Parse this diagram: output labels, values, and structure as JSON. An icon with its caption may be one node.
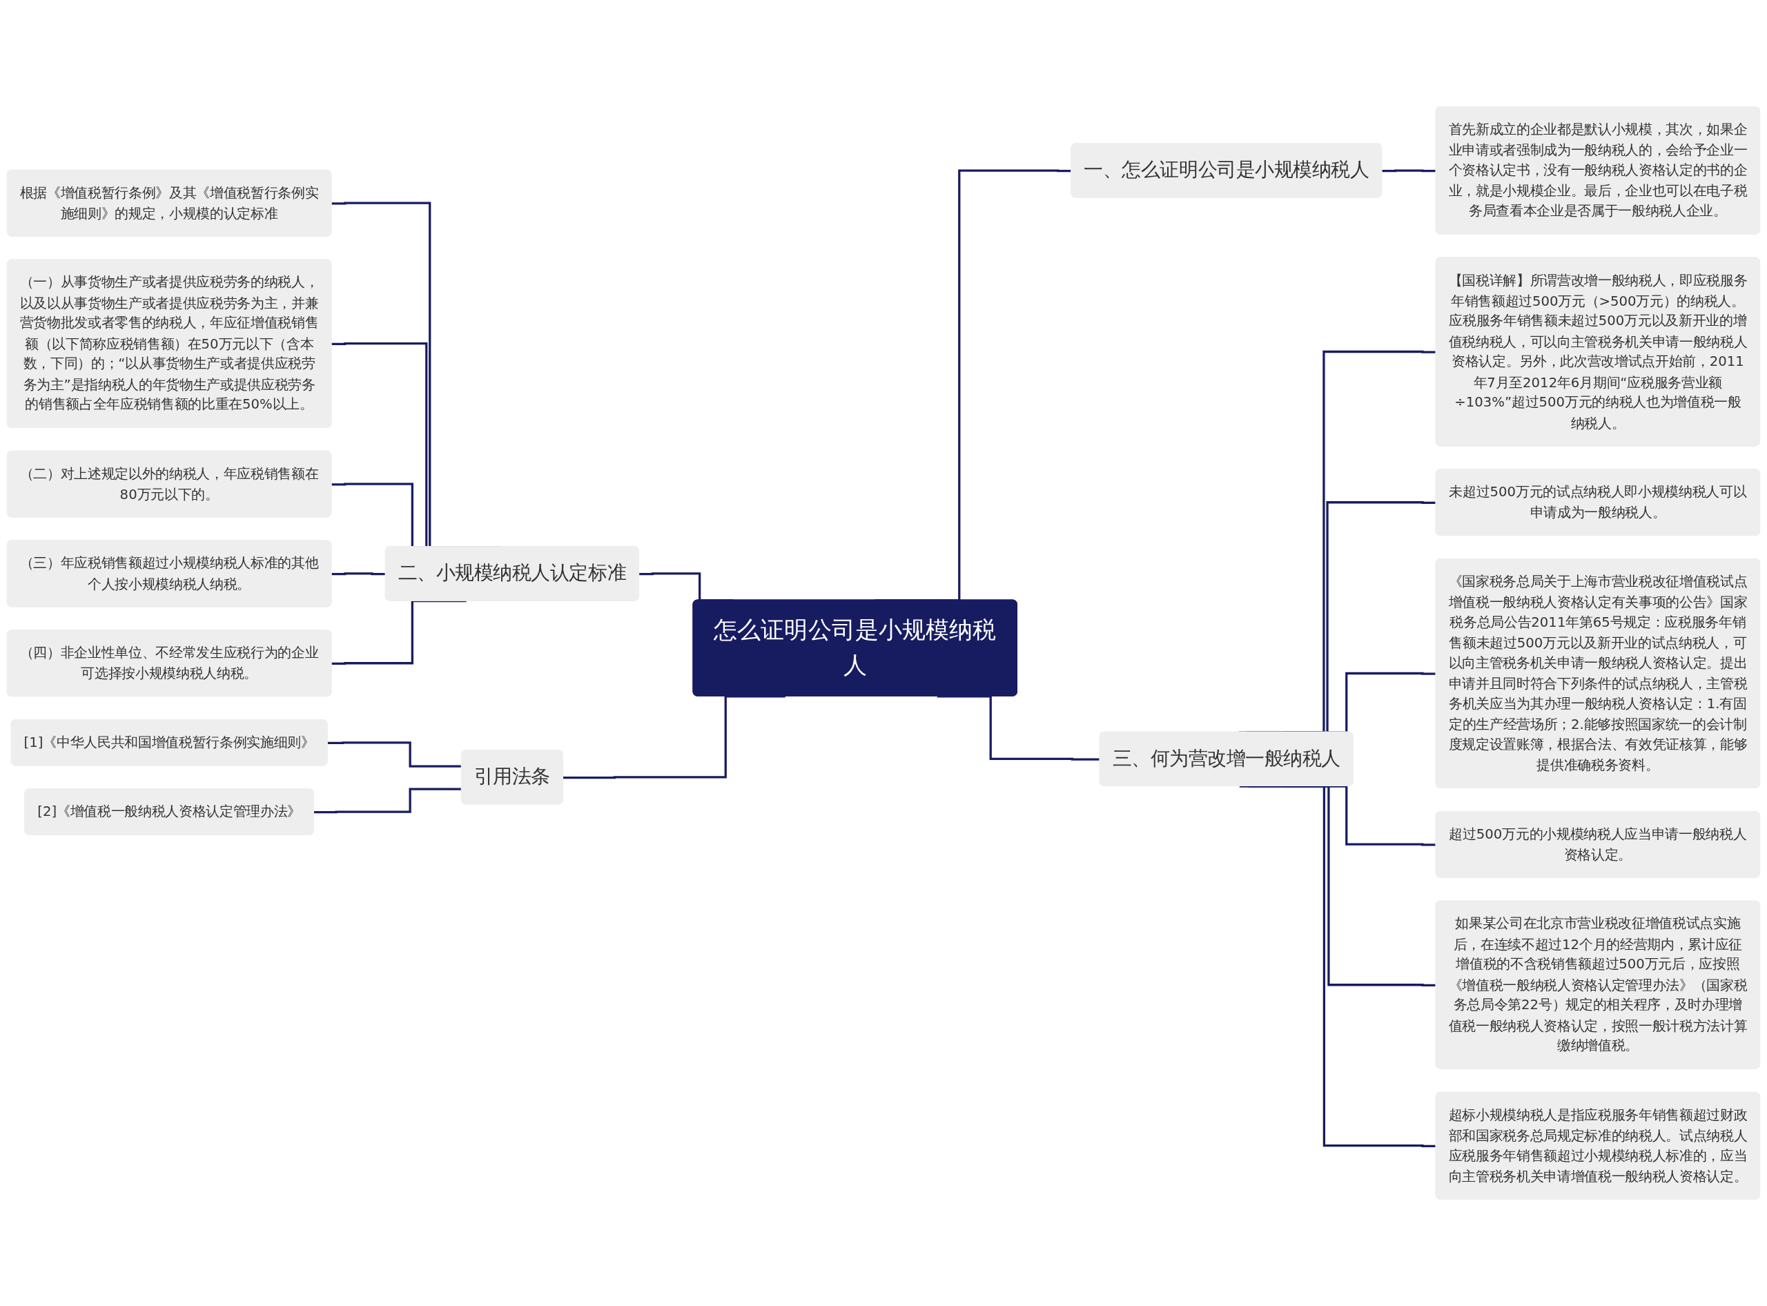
{
  "diagram": {
    "nodes": [
      {
        "text": [
          "怎么证明公司是小规模纳税人"
        ]
      },
      {
        "text": [
          "一、怎么证明公司是小规模纳税人"
        ]
      },
      {
        "text": [
          "首先新成立的企业都是默认小规模，其次，如果企业申请或者强制成为一般纳税人的，会给予企业一个资格认定书，没有一般纳税人资格认定的书的企业，就是小规模企业。最后，企业也可以在电子税务局查看本企业是否属于一般纳税人企业。"
        ]
      },
      {
        "text": [
          "二、小规模纳税人认定标准"
        ]
      },
      {
        "text": [
          "根据《增值税暂行条例》及其《增值税暂行条例实施细则》的规定，小规模的认定标准"
        ]
      },
      {
        "text": [
          "（一）从事货物生产或者提供应税劳务的纳税人，以及以从事货物生产或者提供应税劳务为主，并兼营货物批发或者零售的纳税人，年应征增值税销售额（以下简称应税销售额）在50万元以下（含本数，下同）的；“以从事货物生产或者提供应税劳务为主”是指纳税人的年货物生产或提供应税劳务的销售额占全年应税销售额的比重在50%以上。"
        ]
      },
      {
        "text": [
          "（二）对上述规定以外的纳税人，年应税销售额在80万元以下的。"
        ]
      },
      {
        "text": [
          "（三）年应税销售额超过小规模纳税人标准的其他个人按小规模纳税人纳税。"
        ]
      },
      {
        "text": [
          "（四）非企业性单位、不经常发生应税行为的企业可选择按小规模纳税人纳税。"
        ]
      },
      {
        "text": [
          "三、何为营改增一般纳税人"
        ]
      },
      {
        "text": [
          "【国税详解】所谓营改增一般纳税人，即应税服务年销售额超过500万元（>500万元）的纳税人。应税服务年销售额未超过500万元以及新开业的增值税纳税人，可以向主管税务机关申请一般纳税人资格认定。另外，此次营改增试点开始前，2011年7月至2012年6月期间“应税服务营业额÷103%”超过500万元的纳税人也为增值税一般纳税人。"
        ]
      },
      {
        "text": [
          "未超过500万元的试点纳税人即小规模纳税人可以申请成为一般纳税人。"
        ]
      },
      {
        "text": [
          "《国家税务总局关于上海市营业税改征增值税试点增值税一般纳税人资格认定有关事项的公告》国家税务总局公告2011年第65号规定：应税服务年销售额未超过500万元以及新开业的试点纳税人，可以向主管税务机关申请一般纳税人资格认定。提出申请并且同时符合下列条件的试点纳税人，主管税务机关应当为其办理一般纳税人资格认定：1.有固定的生产经营场所；2.能够按照国家统一的会计制度规定设置账簿，根据合法、有效凭证核算，能够提供准确税务资料。"
        ]
      },
      {
        "text": [
          "超过500万元的小规模纳税人应当申请一般纳税人资格认定。"
        ]
      },
      {
        "text": [
          "如果某公司在北京市营业税改征增值税试点实施后，在连续不超过12个月的经营期内，累计应征增值税的不含税销售额超过500万元后，应按照《增值税一般纳税人资格认定管理办法》（国家税务总局令第22号）规定的相关程序，及时办理增值税一般纳税人资格认定，按照一般计税方法计算缴纳增值税。"
        ]
      },
      {
        "text": [
          "超标小规模纳税人是指应税服务年销售额超过财政部和国家税务总局规定标准的纳税人。试点纳税人应税服务年销售额超过小规模纳税人标准的，应当向主管税务机关申请增值税一般纳税人资格认定。"
        ]
      },
      {
        "text": [
          "引用法条"
        ]
      },
      {
        "text": [
          "[1]《中华人民共和国增值税暂行条例实施细则》"
        ]
      },
      {
        "text": [
          "[2]《增值税一般纳税人资格认定管理办法》"
        ]
      }
    ],
    "edges": [
      {
        "from": 0,
        "to": 1,
        "arrow": "none"
      },
      {
        "from": 1,
        "to": 2,
        "arrow": "none"
      },
      {
        "from": 3,
        "to": 0,
        "arrow": "none"
      },
      {
        "from": 4,
        "to": 3,
        "arrow": "none"
      },
      {
        "from": 5,
        "to": 3,
        "arrow": "none"
      },
      {
        "from": 6,
        "to": 3,
        "arrow": "none"
      },
      {
        "from": 7,
        "to": 3,
        "arrow": "none"
      },
      {
        "from": 8,
        "to": 3,
        "arrow": "none"
      },
      {
        "from": 0,
        "to": 9,
        "arrow": "none"
      },
      {
        "from": 9,
        "to": 10,
        "arrow": "none"
      },
      {
        "from": 9,
        "to": 11,
        "arrow": "none"
      },
      {
        "from": 9,
        "to": 12,
        "arrow": "none"
      },
      {
        "from": 9,
        "to": 13,
        "arrow": "none"
      },
      {
        "from": 9,
        "to": 14,
        "arrow": "none"
      },
      {
        "from": 9,
        "to": 15,
        "arrow": "none"
      },
      {
        "from": 16,
        "to": 0,
        "arrow": "none"
      },
      {
        "from": 17,
        "to": 16,
        "arrow": "none"
      },
      {
        "from": 18,
        "to": 16,
        "arrow": "none"
      }
    ]
  }
}
